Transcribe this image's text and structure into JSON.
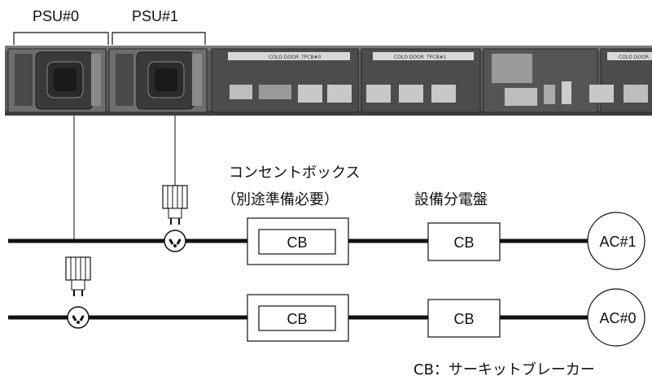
{
  "psu_labels": [
    "PSU#0",
    "PSU#1"
  ],
  "outlet_box_label": "コンセントボックス",
  "outlet_box_note": "（別途準備必要）",
  "distribution_board_label": "設備分電盤",
  "breaker_label": "CB",
  "ac_sources": [
    "AC#1",
    "AC#0"
  ],
  "legend": "CB：サーキットブレーカー",
  "server_panel_text": [
    "COLD DOOR",
    "TPCB#0",
    "COLD DOOR",
    "TPCB#1",
    "COLD DOOR"
  ]
}
